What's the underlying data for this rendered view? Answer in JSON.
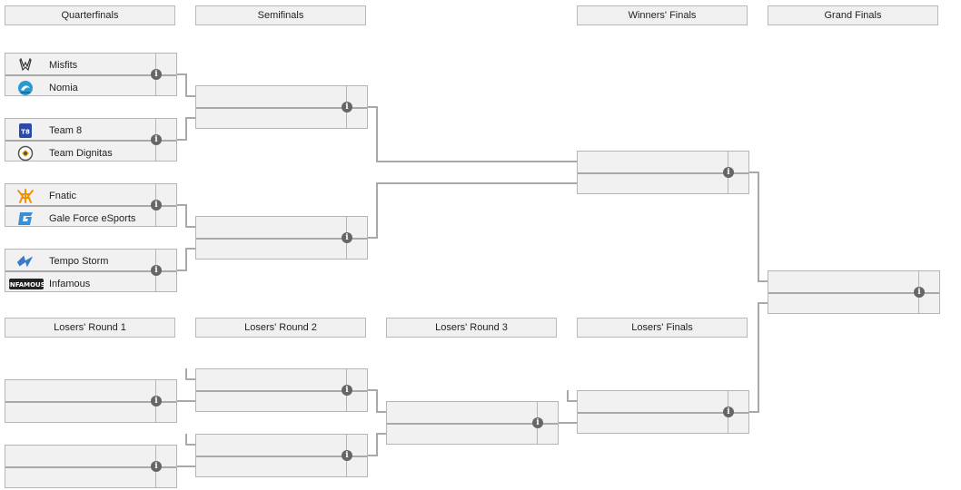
{
  "rounds": {
    "quarterfinals": "Quarterfinals",
    "semifinals": "Semifinals",
    "winners_finals": "Winners' Finals",
    "grand_finals": "Grand Finals",
    "losers_round_1": "Losers' Round 1",
    "losers_round_2": "Losers' Round 2",
    "losers_round_3": "Losers' Round 3",
    "losers_finals": "Losers' Finals"
  },
  "info_glyph": "i",
  "matches": {
    "qf1": {
      "top": "Misfits",
      "bottom": "Nomia",
      "top_icon": "misfits-logo-icon",
      "bottom_icon": "nomia-logo-icon"
    },
    "qf2": {
      "top": "Team 8",
      "bottom": "Team Dignitas",
      "top_icon": "team8-logo-icon",
      "bottom_icon": "dignitas-logo-icon"
    },
    "qf3": {
      "top": "Fnatic",
      "bottom": "Gale Force eSports",
      "top_icon": "fnatic-logo-icon",
      "bottom_icon": "gale-force-logo-icon"
    },
    "qf4": {
      "top": "Tempo Storm",
      "bottom": "Infamous",
      "top_icon": "tempo-storm-logo-icon",
      "bottom_icon": "infamous-logo-icon"
    }
  },
  "logo_text": {
    "team8": "T8",
    "infamous": "INFAMOUS"
  },
  "colors": {
    "box_bg": "#f1f1f1",
    "border": "#b5b5b5",
    "connector": "#a9a9a9",
    "info_bg": "#666666",
    "fnatic": "#f29200",
    "team8": "#2b4aa8",
    "gale_force": "#3a8ed6",
    "tempo_storm": "#3a7ac8",
    "nomia": "#2b9ad0"
  }
}
